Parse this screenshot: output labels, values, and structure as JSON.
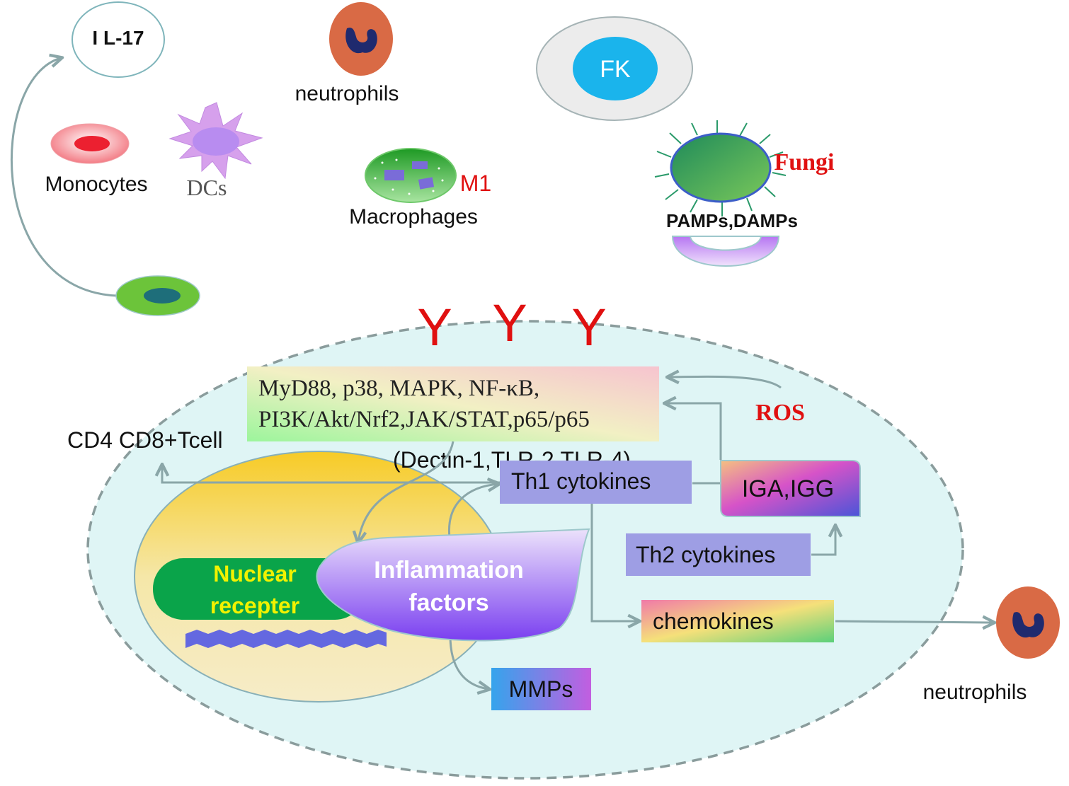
{
  "labels": {
    "il17": "I L-17",
    "neutrophils_top": "neutrophils",
    "fk": "FK",
    "monocytes": "Monocytes",
    "dcs": "DCs",
    "m1": "M1",
    "macrophages": "Macrophages",
    "fungi": "Fungi",
    "pamps_damps": "PAMPs,DAMPs",
    "pathway_line1": "MyD88, p38, MAPK, NF-κB,",
    "pathway_line2": "PI3K/Akt/Nrf2,JAK/STAT,p65/p65",
    "ros": "ROS",
    "tcell": "CD4 CD8+Tcell",
    "receptors": "(Dectin-1,TLR-2,TLR-4)",
    "th1": "Th1 cytokines",
    "iga_igg": "IGA,IGG",
    "th2": "Th2 cytokines",
    "nuclear_line1": "Nuclear",
    "nuclear_line2": "recepter",
    "inflammation_line1": "Inflammation",
    "inflammation_line2": "factors",
    "chemokines": "chemokines",
    "mmps": "MMPs",
    "neutrophils_bottom": "neutrophils",
    "receptor_symbol": "Y"
  },
  "colors": {
    "arrow": "#8aa6a8",
    "cell_fill": "#dff5f5",
    "cell_border": "#8a9c9c",
    "red_text": "#e01010",
    "yellow_text": "#f2f200",
    "neutrophil_body": "#d96a45",
    "neutrophil_nucleus": "#1f2a6e"
  }
}
